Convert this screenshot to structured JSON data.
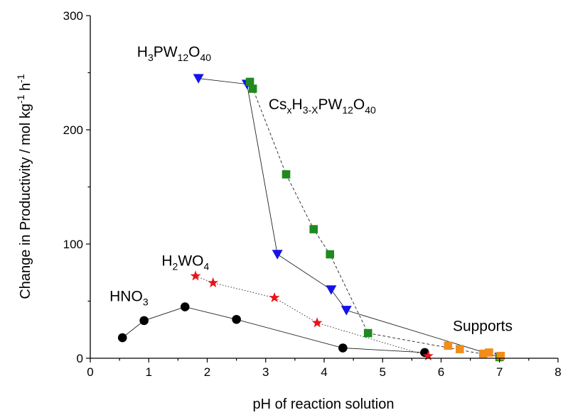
{
  "chart_data": {
    "type": "scatter",
    "xlabel": "pH of reaction solution",
    "ylabel": "Change in Productivity / mol kg",
    "ylabel_sup1": "-1",
    "ylabel_mid": " h",
    "ylabel_sup2": "-1",
    "xlim": [
      0,
      8
    ],
    "ylim": [
      0,
      300
    ],
    "xticks": [
      0,
      1,
      2,
      3,
      4,
      5,
      6,
      7,
      8
    ],
    "yticks": [
      0,
      100,
      200,
      300
    ],
    "xtick_labels": [
      "0",
      "1",
      "2",
      "3",
      "4",
      "5",
      "6",
      "7",
      "8"
    ],
    "ytick_labels": [
      "0",
      "100",
      "200",
      "300"
    ],
    "grid": false,
    "series": [
      {
        "key": "hno3",
        "marker": "circle",
        "color": "#000000",
        "line": "solid",
        "x": [
          0.55,
          0.92,
          1.62,
          2.5,
          4.32,
          5.72
        ],
        "y": [
          18,
          33,
          45,
          34,
          9,
          5
        ]
      },
      {
        "key": "h2wo4",
        "marker": "star",
        "color": "#e8141b",
        "line": "dotted",
        "x": [
          1.8,
          2.1,
          3.15,
          3.88,
          5.78
        ],
        "y": [
          72,
          66,
          53,
          31,
          2
        ]
      },
      {
        "key": "h3pw12o40",
        "marker": "triangle-down",
        "color": "#1414e6",
        "line": "solid",
        "x": [
          1.85,
          2.68,
          3.2,
          4.12,
          4.38,
          7.0
        ],
        "y": [
          245,
          240,
          91,
          60,
          42,
          1
        ]
      },
      {
        "key": "csx",
        "marker": "square",
        "color": "#1f8a1f",
        "line": "dashed",
        "x": [
          2.73,
          2.78,
          3.35,
          3.82,
          4.1,
          4.75,
          7.0
        ],
        "y": [
          242,
          236,
          161,
          113,
          91,
          22,
          1
        ]
      },
      {
        "key": "supports",
        "marker": "square",
        "color": "#f28c1a",
        "line": "none",
        "x": [
          6.12,
          6.32,
          6.72,
          6.82,
          7.02
        ],
        "y": [
          11,
          8,
          4,
          5,
          2
        ]
      }
    ],
    "annotations": [
      {
        "key": "hno3",
        "parts": [
          [
            "HNO",
            false
          ],
          [
            "3",
            true
          ]
        ],
        "x": 0.33,
        "y": 50
      },
      {
        "key": "h2wo4",
        "parts": [
          [
            "H",
            false
          ],
          [
            "2",
            true
          ],
          [
            "WO",
            false
          ],
          [
            "4",
            true
          ]
        ],
        "x": 1.22,
        "y": 81
      },
      {
        "key": "h3pw12o40",
        "parts": [
          [
            "H",
            false
          ],
          [
            "3",
            true
          ],
          [
            "PW",
            false
          ],
          [
            "12",
            true
          ],
          [
            "O",
            false
          ],
          [
            "40",
            true
          ]
        ],
        "x": 0.8,
        "y": 264
      },
      {
        "key": "csx",
        "parts": [
          [
            "Cs",
            false
          ],
          [
            "x",
            true
          ],
          [
            "H",
            false
          ],
          [
            "3-X",
            true
          ],
          [
            "PW",
            false
          ],
          [
            "12",
            true
          ],
          [
            "O",
            false
          ],
          [
            "40",
            true
          ]
        ],
        "x": 3.05,
        "y": 218
      },
      {
        "key": "supports",
        "parts": [
          [
            "Supports",
            false
          ]
        ],
        "x": 6.2,
        "y": 24
      }
    ]
  }
}
